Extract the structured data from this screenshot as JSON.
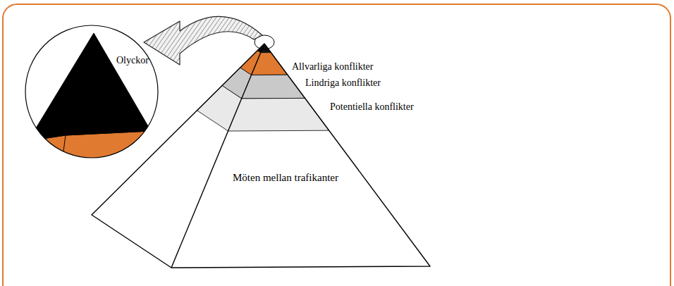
{
  "diagram": {
    "labels": [
      "Olyckor",
      "Allvarliga konflikter",
      "Lindriga konflikter",
      "Potentiella konflikter",
      "Möten mellan trafikanter"
    ]
  }
}
